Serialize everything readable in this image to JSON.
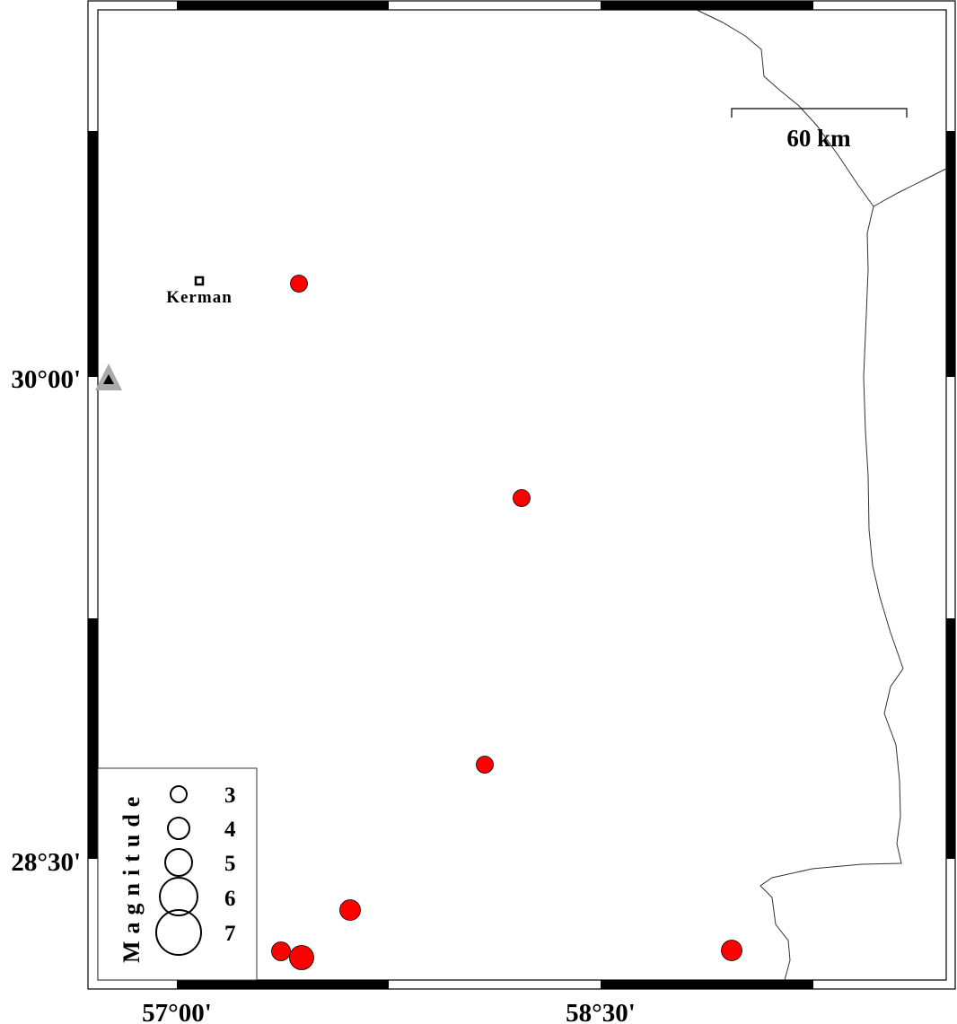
{
  "map": {
    "axes": {
      "lat_labels": [
        "30°00'",
        "28°30'"
      ],
      "lon_labels": [
        "57°00'",
        "58°30'"
      ]
    },
    "scale_bar": {
      "label": "60 km"
    },
    "city": {
      "name": "Kerman"
    },
    "legend": {
      "title": "Magnitude",
      "entries": [
        "3",
        "4",
        "5",
        "6",
        "7"
      ]
    },
    "colors": {
      "event": "#ff0000",
      "station": "#aaaaaa",
      "border": "#000000"
    },
    "events": [
      {
        "magnitude_class": "small"
      },
      {
        "magnitude_class": "small"
      },
      {
        "magnitude_class": "small"
      },
      {
        "magnitude_class": "medium"
      },
      {
        "magnitude_class": "medium"
      },
      {
        "magnitude_class": "large"
      },
      {
        "magnitude_class": "medium"
      }
    ]
  }
}
